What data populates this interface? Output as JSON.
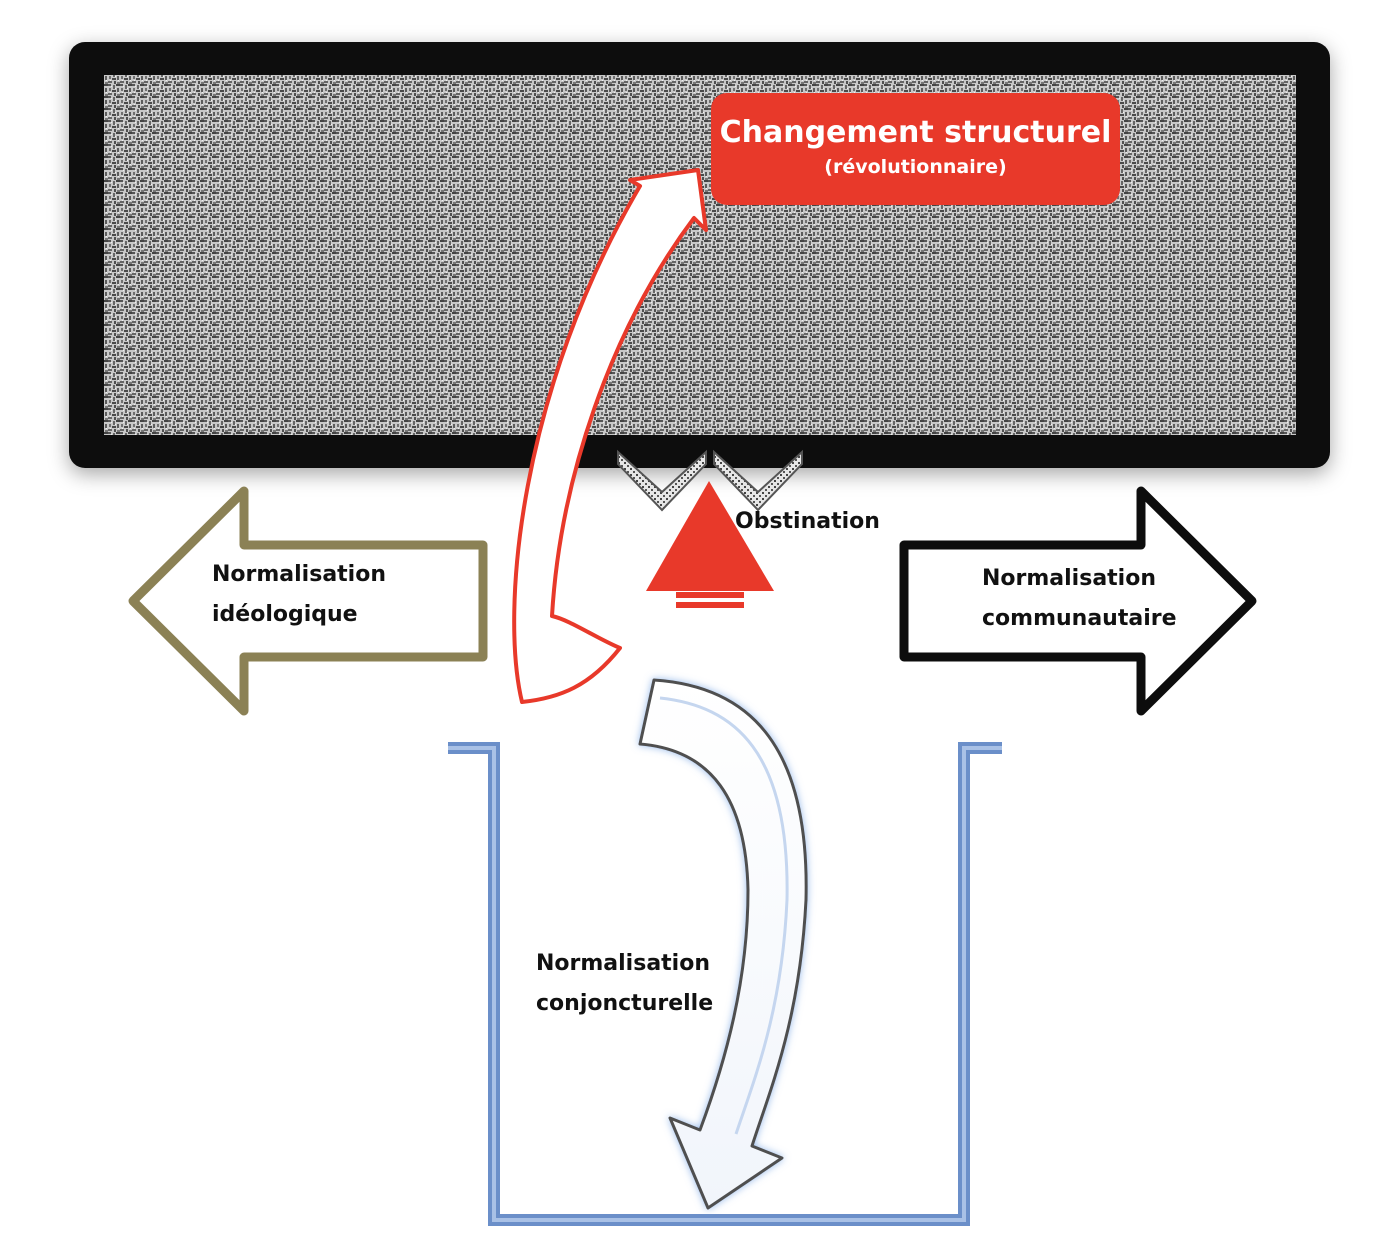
{
  "diagram": {
    "structure_box": {
      "title": "Changement structurel",
      "subtitle": "(révolutionnaire)"
    },
    "labels": {
      "ideologique": [
        "Normalisation",
        "idéologique"
      ],
      "communautaire": [
        "Normalisation",
        "communautaire"
      ],
      "conjoncturelle": [
        "Normalisation",
        "conjoncturelle"
      ],
      "obstination": "Obstination"
    },
    "colors": {
      "frame": "#0d0d0d",
      "accent_red": "#e8392a",
      "olive_arrow": "#8b8155",
      "blue_container": "#6b8fc9",
      "text": "#111111"
    }
  }
}
